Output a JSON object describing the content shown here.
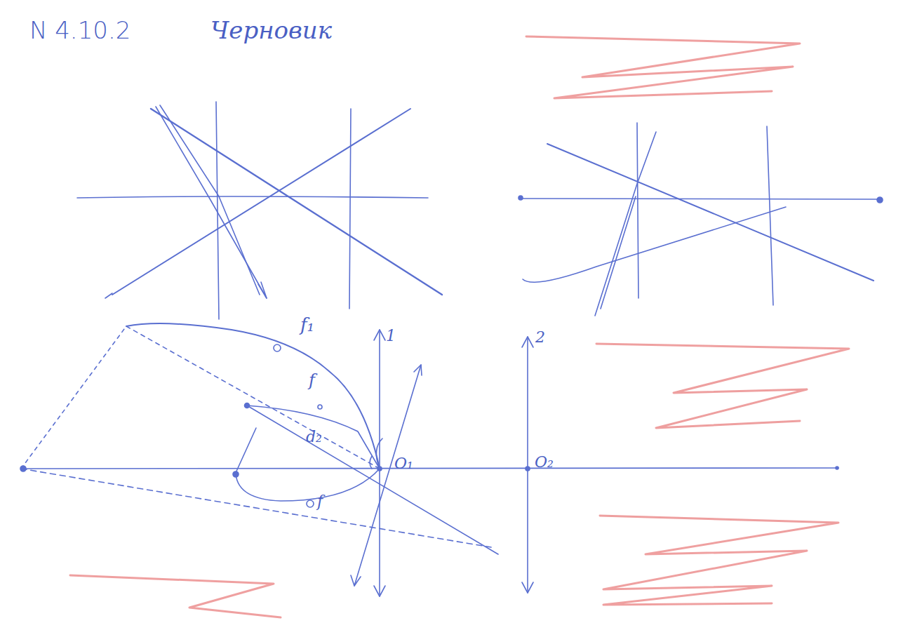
{
  "diagram": {
    "title": "N 4.10.2",
    "labels": [
      "Черновик",
      "f₁",
      "1",
      "2",
      "f",
      "d₂",
      "O₁",
      "O₂",
      "f"
    ]
  }
}
